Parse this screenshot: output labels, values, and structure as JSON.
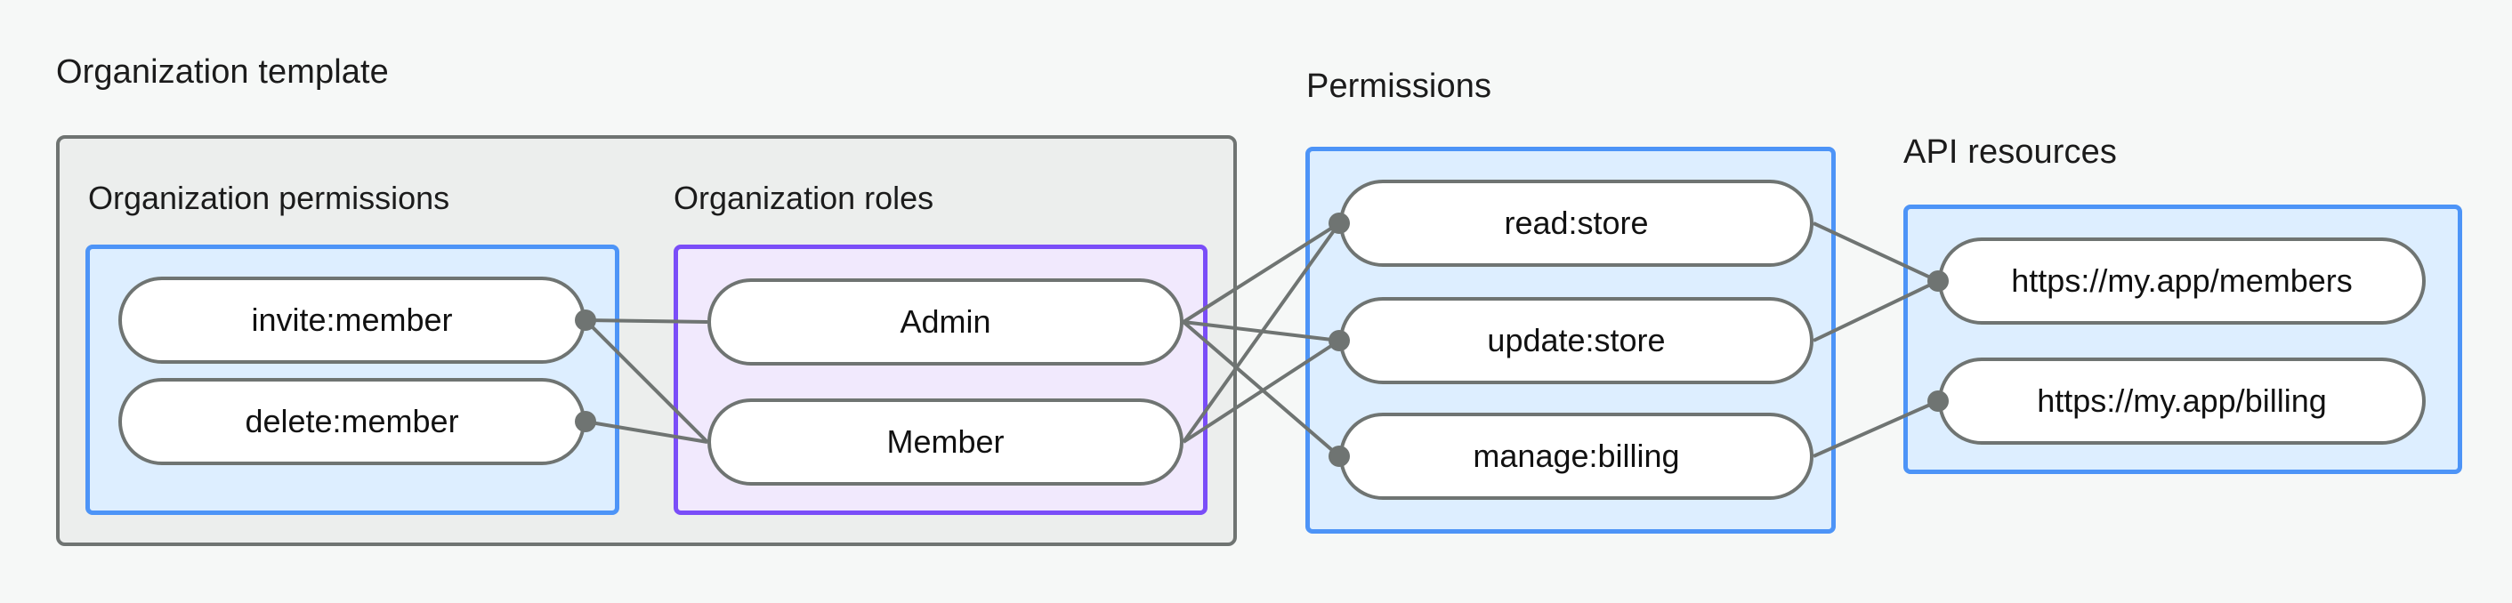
{
  "diagram": {
    "title": "Organization template",
    "background_color": "#f6f8f7",
    "groups": [
      {
        "id": "organization-template",
        "label": "Organization template",
        "border_color": "#6f7472",
        "fill_color": "#eceeed"
      },
      {
        "id": "permissions",
        "label": "Permissions",
        "border_color": "#4d94f7",
        "fill_color": "#ddeeff"
      },
      {
        "id": "api-resources",
        "label": "API resources",
        "border_color": "#4d94f7",
        "fill_color": "#ddeeff"
      }
    ],
    "subgroups": [
      {
        "id": "organization-permissions",
        "label": "Organization permissions",
        "border_color": "#4d94f7",
        "fill_color": "#ddeeff"
      },
      {
        "id": "organization-roles",
        "label": "Organization roles",
        "border_color": "#7a4df8",
        "fill_color": "#f1e9fd"
      }
    ],
    "nodes": {
      "organization_permissions": [
        {
          "id": "invite-member",
          "label": "invite:member"
        },
        {
          "id": "delete-member",
          "label": "delete:member"
        }
      ],
      "organization_roles": [
        {
          "id": "admin",
          "label": "Admin"
        },
        {
          "id": "member",
          "label": "Member"
        }
      ],
      "permissions": [
        {
          "id": "read-store",
          "label": "read:store"
        },
        {
          "id": "update-store",
          "label": "update:store"
        },
        {
          "id": "manage-billing",
          "label": "manage:billing"
        }
      ],
      "api_resources": [
        {
          "id": "my-app-members",
          "label": "https://my.app/members"
        },
        {
          "id": "my-app-billing",
          "label": "https://my.app/billing"
        }
      ]
    },
    "edges": [
      {
        "from": "invite-member",
        "to": "admin"
      },
      {
        "from": "invite-member",
        "to": "member"
      },
      {
        "from": "delete-member",
        "to": "member"
      },
      {
        "from": "admin",
        "to": "read-store"
      },
      {
        "from": "admin",
        "to": "update-store"
      },
      {
        "from": "admin",
        "to": "manage-billing"
      },
      {
        "from": "member",
        "to": "read-store"
      },
      {
        "from": "member",
        "to": "update-store"
      },
      {
        "from": "read-store",
        "to": "my-app-members"
      },
      {
        "from": "update-store",
        "to": "my-app-members"
      },
      {
        "from": "manage-billing",
        "to": "my-app-billing"
      }
    ],
    "edge_color": "#6f7472"
  }
}
